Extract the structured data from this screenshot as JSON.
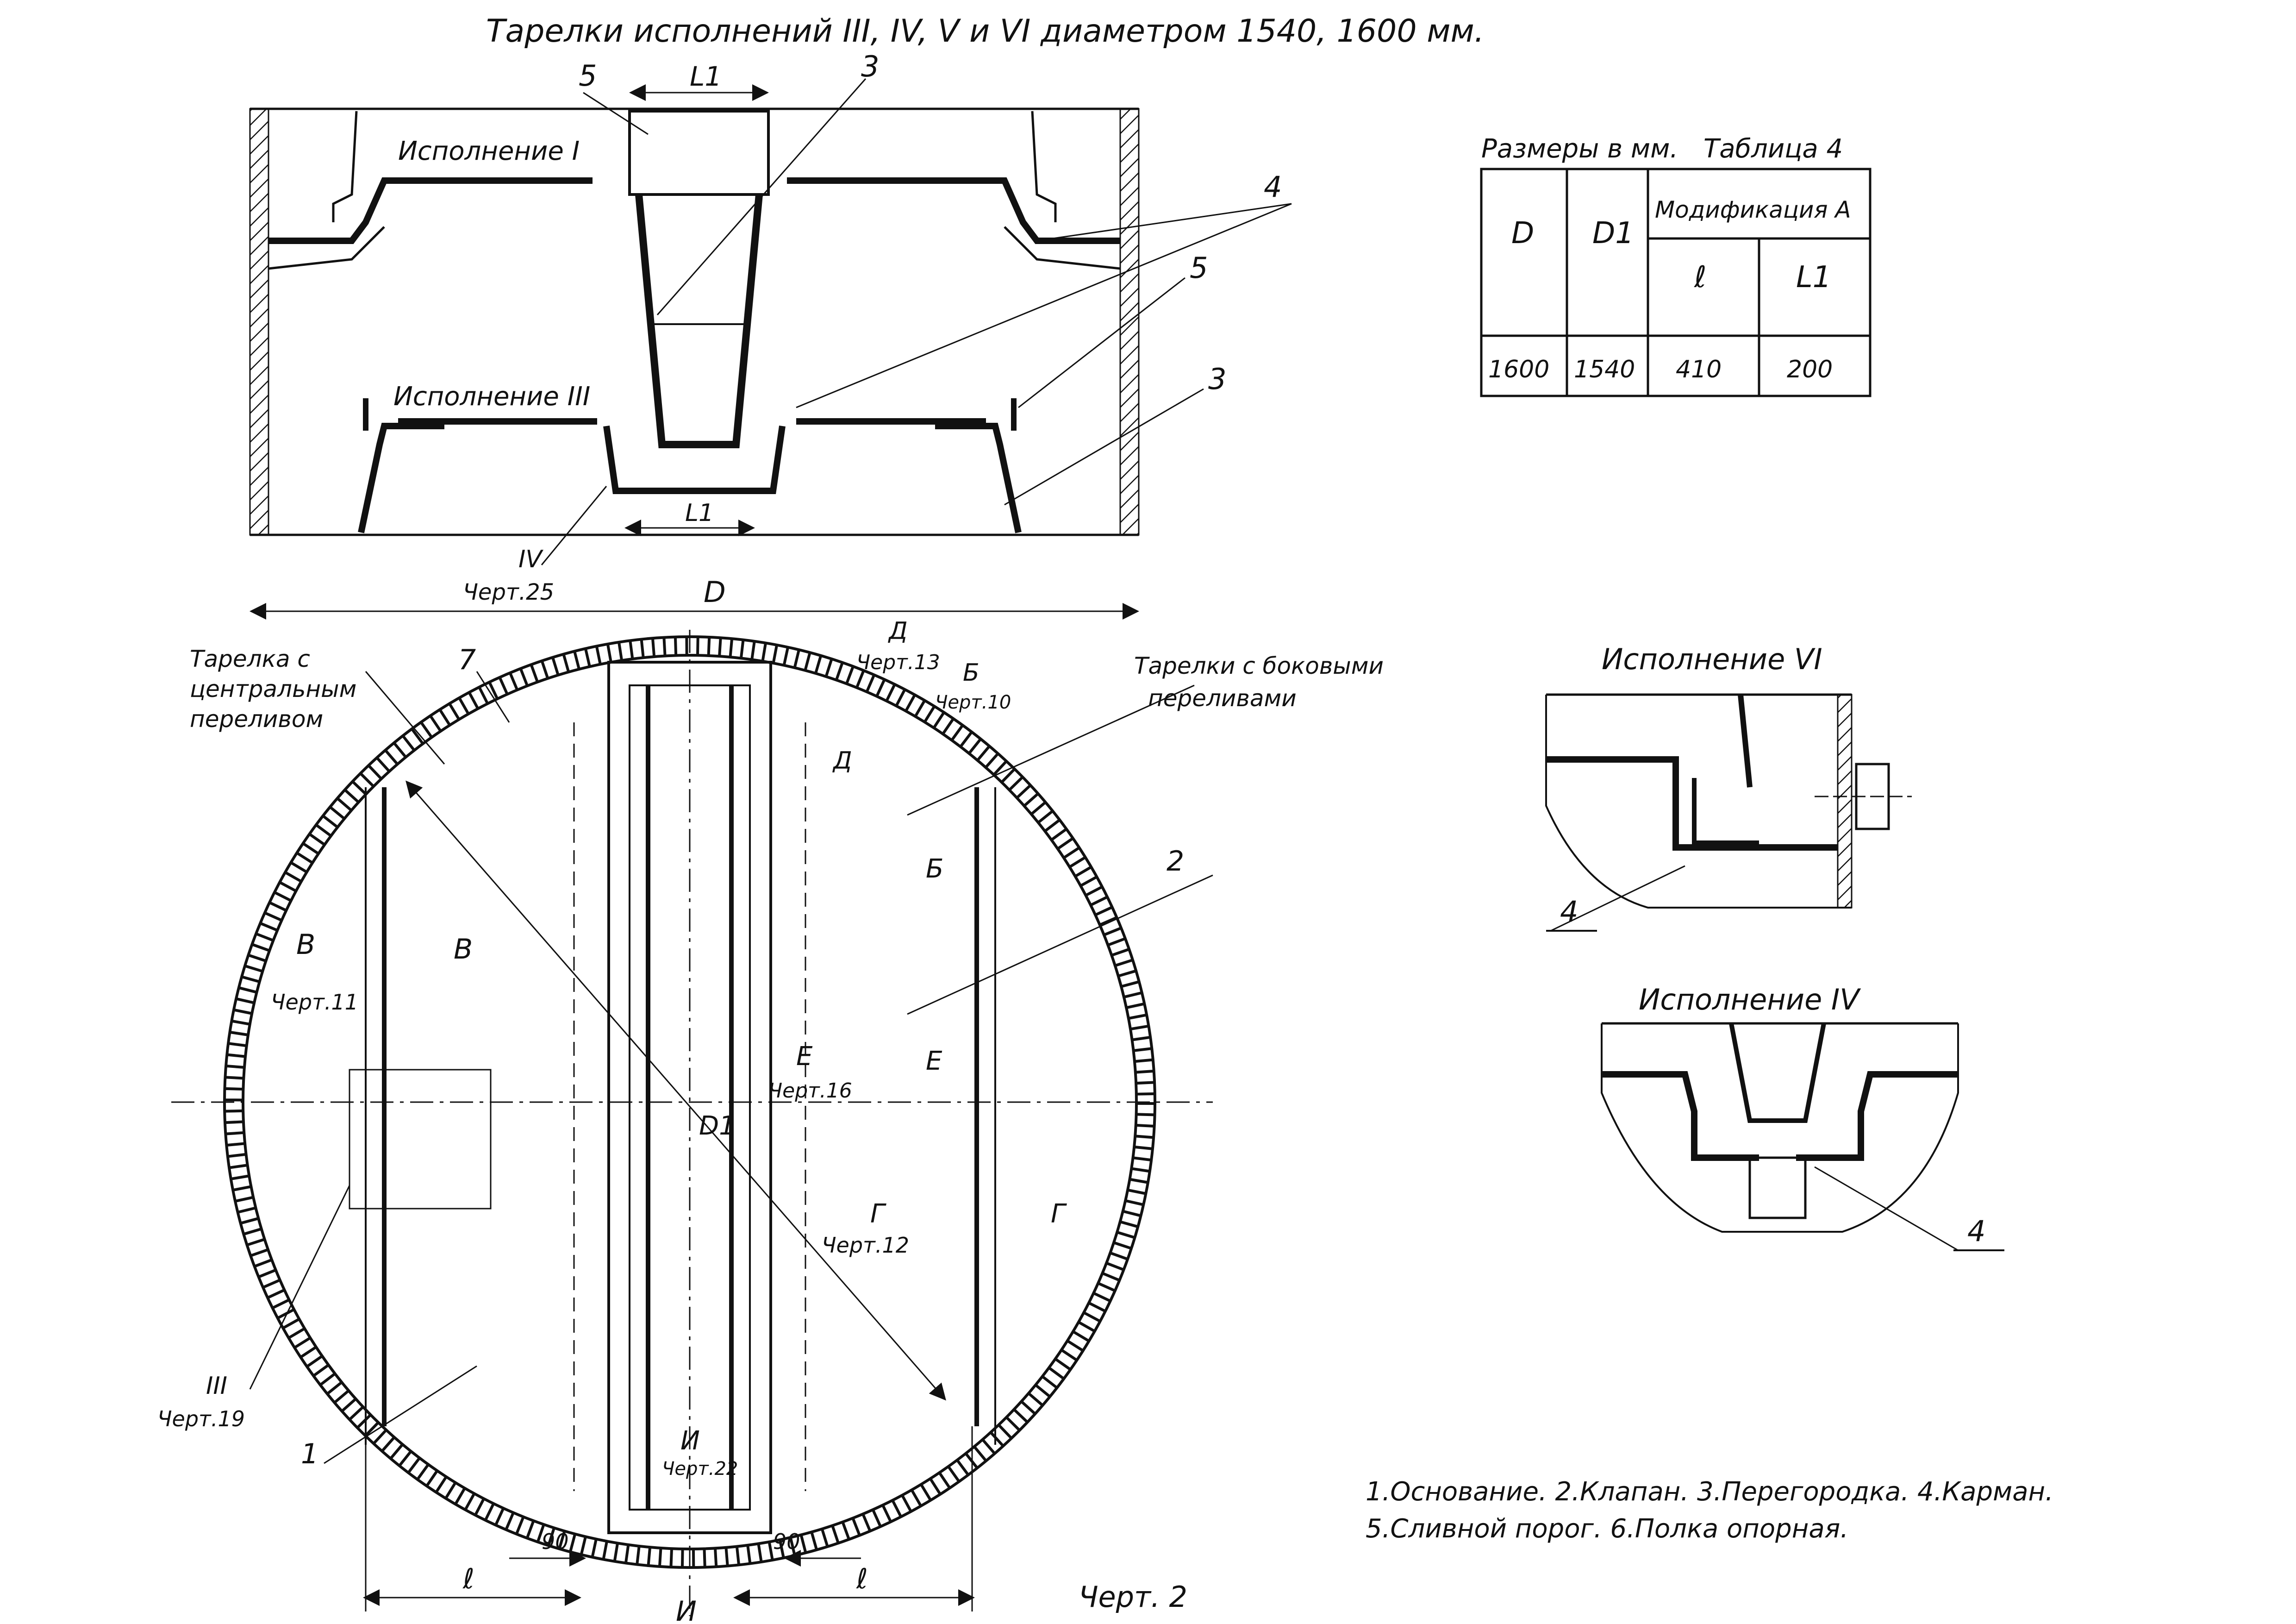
{
  "title": "Тарелки исполнений III, IV, V и VI диаметром 1540, 1600 мм.",
  "section_view": {
    "variant_top": "Исполнение I",
    "variant_bottom": "Исполнение III",
    "callouts": [
      "5",
      "3",
      "4",
      "5",
      "3"
    ],
    "dim_l1_top": "L1",
    "dim_l1_bottom": "L1",
    "detail_ref": "IV",
    "detail_ref_sheet": "Черт.25",
    "dim_d": "D"
  },
  "table": {
    "caption": "Размеры в мм.",
    "name": "Таблица 4",
    "headers": {
      "d": "D",
      "d1": "D1",
      "group": "Модификация А",
      "l": "ℓ",
      "l1": "L1"
    },
    "row": {
      "d": "1600",
      "d1": "1540",
      "l": "410",
      "l1": "200"
    }
  },
  "plan_view": {
    "label_central": [
      "Тарелка с",
      "центральным",
      "переливом"
    ],
    "label_side": [
      "Тарелки с боковыми",
      "переливами"
    ],
    "callout_7": "7",
    "callout_2": "2",
    "callout_1": "1",
    "section_d": "Д",
    "section_d_sheet": "Черт.13",
    "section_d_end": "Д",
    "section_b": "Б",
    "section_b_sheet": "Черт.10",
    "section_b_end": "Б",
    "section_v1": "В",
    "section_v2": "В",
    "section_v_sheet": "Черт.11",
    "section_e1": "Е",
    "section_e2": "Е",
    "section_e_sheet": "Черт.16",
    "dim_d1": "D1",
    "section_g1": "Г",
    "section_g2": "Г",
    "section_g_sheet": "Черт.12",
    "section_i": "И",
    "section_i_sheet": "Черт.22",
    "section_i_end": "И",
    "detail_ref": "III",
    "detail_ref_sheet": "Черт.19",
    "dim_l_left": "ℓ",
    "dim_l_right": "ℓ",
    "dim_90_left": "90",
    "dim_90_right": "90"
  },
  "detail_vi": {
    "title": "Исполнение VI",
    "callout": "4"
  },
  "detail_iv": {
    "title": "Исполнение IV",
    "callout": "4"
  },
  "legend": [
    "1.Основание. 2.Клапан. 3.Перегородка. 4.Карман.",
    "5.Сливной порог. 6.Полка опорная."
  ],
  "sheet_label": "Черт. 2"
}
